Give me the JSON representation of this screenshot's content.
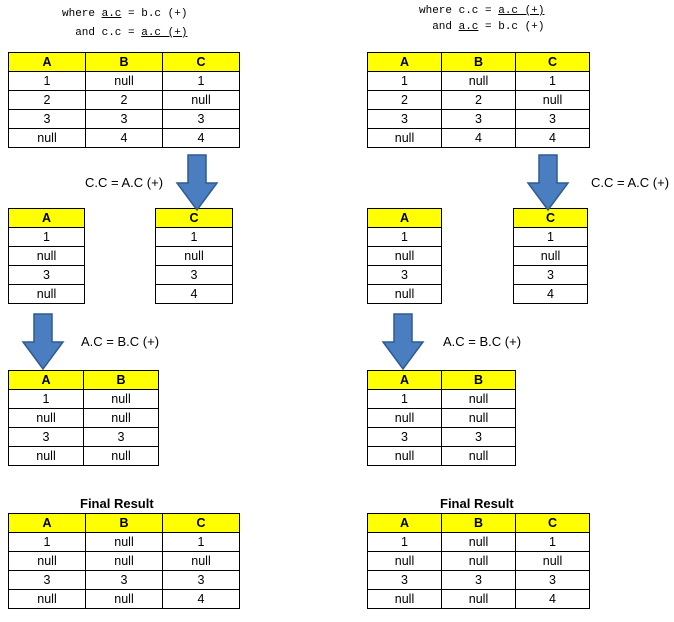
{
  "left": {
    "code": {
      "l1": {
        "pre": "where ",
        "a": "a.c",
        "mid": " = b.c (+)",
        "b": ""
      },
      "l2": {
        "pre": "  and c.c = ",
        "a": "",
        "mid": "",
        "b": "a.c (+)"
      }
    },
    "t_full": {
      "headers": [
        "A",
        "B",
        "C"
      ],
      "rows": [
        [
          "1",
          "null",
          "1"
        ],
        [
          "2",
          "2",
          "null"
        ],
        [
          "3",
          "3",
          "3"
        ],
        [
          "null",
          "4",
          "4"
        ]
      ]
    },
    "step1_label": "C.C = A.C (+)",
    "t_a": {
      "headers": [
        "A"
      ],
      "rows": [
        [
          "1"
        ],
        [
          "null"
        ],
        [
          "3"
        ],
        [
          "null"
        ]
      ]
    },
    "t_c": {
      "headers": [
        "C"
      ],
      "rows": [
        [
          "1"
        ],
        [
          "null"
        ],
        [
          "3"
        ],
        [
          "4"
        ]
      ]
    },
    "step2_label": "A.C = B.C (+)",
    "t_ab": {
      "headers": [
        "A",
        "B"
      ],
      "rows": [
        [
          "1",
          "null"
        ],
        [
          "null",
          "null"
        ],
        [
          "3",
          "3"
        ],
        [
          "null",
          "null"
        ]
      ]
    },
    "final_title": "Final Result",
    "t_final": {
      "headers": [
        "A",
        "B",
        "C"
      ],
      "rows": [
        [
          "1",
          "null",
          "1"
        ],
        [
          "null",
          "null",
          "null"
        ],
        [
          "3",
          "3",
          "3"
        ],
        [
          "null",
          "null",
          "4"
        ]
      ]
    }
  },
  "right": {
    "code": {
      "l1": {
        "pre": "where c.c = ",
        "b": "a.c (+)"
      },
      "l2": {
        "pre": "  and ",
        "a": "a.c",
        "mid": " = b.c (+)"
      }
    },
    "t_full": {
      "headers": [
        "A",
        "B",
        "C"
      ],
      "rows": [
        [
          "1",
          "null",
          "1"
        ],
        [
          "2",
          "2",
          "null"
        ],
        [
          "3",
          "3",
          "3"
        ],
        [
          "null",
          "4",
          "4"
        ]
      ]
    },
    "step1_label": "C.C = A.C (+)",
    "t_a": {
      "headers": [
        "A"
      ],
      "rows": [
        [
          "1"
        ],
        [
          "null"
        ],
        [
          "3"
        ],
        [
          "null"
        ]
      ]
    },
    "t_c": {
      "headers": [
        "C"
      ],
      "rows": [
        [
          "1"
        ],
        [
          "null"
        ],
        [
          "3"
        ],
        [
          "4"
        ]
      ]
    },
    "step2_label": "A.C = B.C (+)",
    "t_ab": {
      "headers": [
        "A",
        "B"
      ],
      "rows": [
        [
          "1",
          "null"
        ],
        [
          "null",
          "null"
        ],
        [
          "3",
          "3"
        ],
        [
          "null",
          "null"
        ]
      ]
    },
    "final_title": "Final Result",
    "t_final": {
      "headers": [
        "A",
        "B",
        "C"
      ],
      "rows": [
        [
          "1",
          "null",
          "1"
        ],
        [
          "null",
          "null",
          "null"
        ],
        [
          "3",
          "3",
          "3"
        ],
        [
          "null",
          "null",
          "4"
        ]
      ]
    }
  },
  "colors": {
    "header_fill": "#ffff00",
    "arrow_fill": "#4a7ec0",
    "arrow_stroke": "#2f5b8f"
  }
}
